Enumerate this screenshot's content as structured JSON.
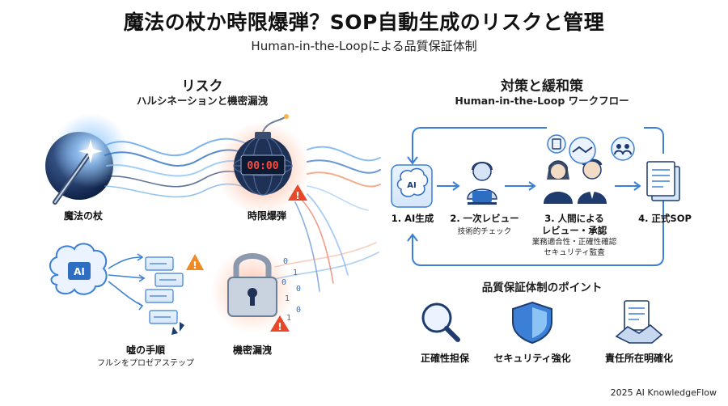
{
  "header": {
    "title": "魔法の杖か時限爆弾？SOP自動生成のリスクと管理",
    "subtitle": "Human-in-the-Loopによる品質保証体制"
  },
  "risk": {
    "heading": "リスク",
    "subheading": "ハルシネーションと機密漏洩",
    "wand_label": "魔法の杖",
    "bomb_label": "時限爆弾",
    "bomb_timer": "00:00",
    "ai_chip": "AI",
    "false_steps_label": "嘘の手順",
    "false_steps_sub": "フルシをプロゼアステップ",
    "leak_label": "機密漏洩",
    "binary": [
      "0",
      "1",
      "0",
      "0",
      "1",
      "0",
      "1"
    ]
  },
  "mitigation": {
    "heading": "対策と緩和策",
    "subheading": "Human-in-the-Loop ワークフロー",
    "steps": [
      {
        "label": "1. AI生成",
        "chip": "AI"
      },
      {
        "label": "2. 一次レビュー",
        "sub": "技術的チェック"
      },
      {
        "label": "3. 人間による",
        "label2": "レビュー・承認",
        "sub1": "業務適合性・正確性確認",
        "sub2": "セキュリティ監査"
      },
      {
        "label": "4. 正式SOP"
      }
    ]
  },
  "quality": {
    "heading": "品質保証体制のポイント",
    "items": [
      {
        "label": "正確性担保",
        "icon": "magnifier-icon"
      },
      {
        "label": "セキュリティ強化",
        "icon": "shield-icon"
      },
      {
        "label": "責任所在明確化",
        "icon": "handshake-document-icon"
      }
    ]
  },
  "footer": {
    "credit": "2025 AI KnowledgeFlow"
  },
  "colors": {
    "blue": "#3b7fd6",
    "navy": "#1f3c6e",
    "red": "#e8482a",
    "orange": "#f08a24",
    "grey": "#6d7f96"
  }
}
